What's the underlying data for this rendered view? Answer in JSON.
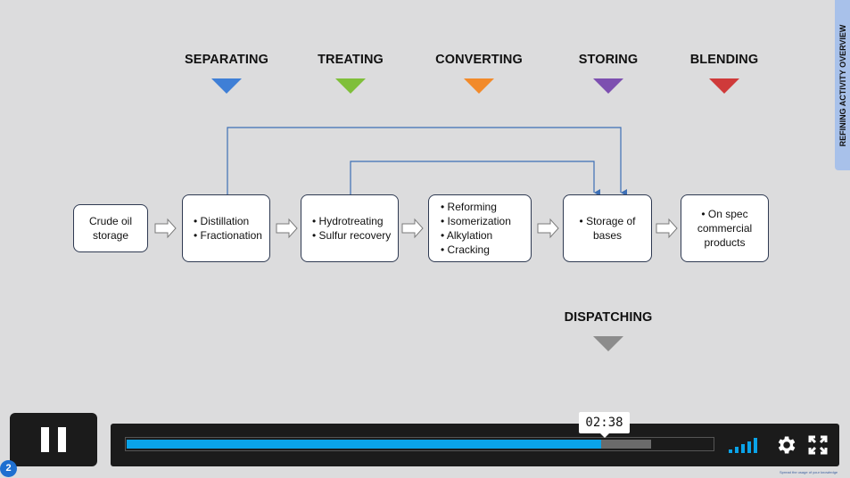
{
  "side_tab": {
    "title": "REFINING ACTIVITY OVERVIEW"
  },
  "stages": [
    {
      "label": "SEPARATING",
      "color": "#3f7fd6"
    },
    {
      "label": "TREATING",
      "color": "#7fbf3a"
    },
    {
      "label": "CONVERTING",
      "color": "#f28a2a"
    },
    {
      "label": "STORING",
      "color": "#7d4fb0"
    },
    {
      "label": "BLENDING",
      "color": "#cf3a3a"
    }
  ],
  "dispatching": {
    "label": "DISPATCHING",
    "color": "#8c8c8c"
  },
  "boxes": {
    "crude": {
      "line1": "Crude oil",
      "line2": "storage"
    },
    "distillation": [
      "Distillation",
      "Fractionation"
    ],
    "hydro": [
      "Hydrotreating",
      "Sulfur recovery"
    ],
    "conversion": [
      "Reforming",
      "Isomerization",
      "Alkylation",
      "Cracking"
    ],
    "storage": {
      "line1": "• Storage of",
      "line2": "bases"
    },
    "products": {
      "line1": "• On spec",
      "line2": "commercial",
      "line3": "products"
    }
  },
  "player": {
    "time": "02:38",
    "progress_played": 0.81,
    "progress_buffered": 0.895,
    "slide_number": "2",
    "tagline": "Spread the usage of your knowledge",
    "accent": "#0aa3e8"
  }
}
